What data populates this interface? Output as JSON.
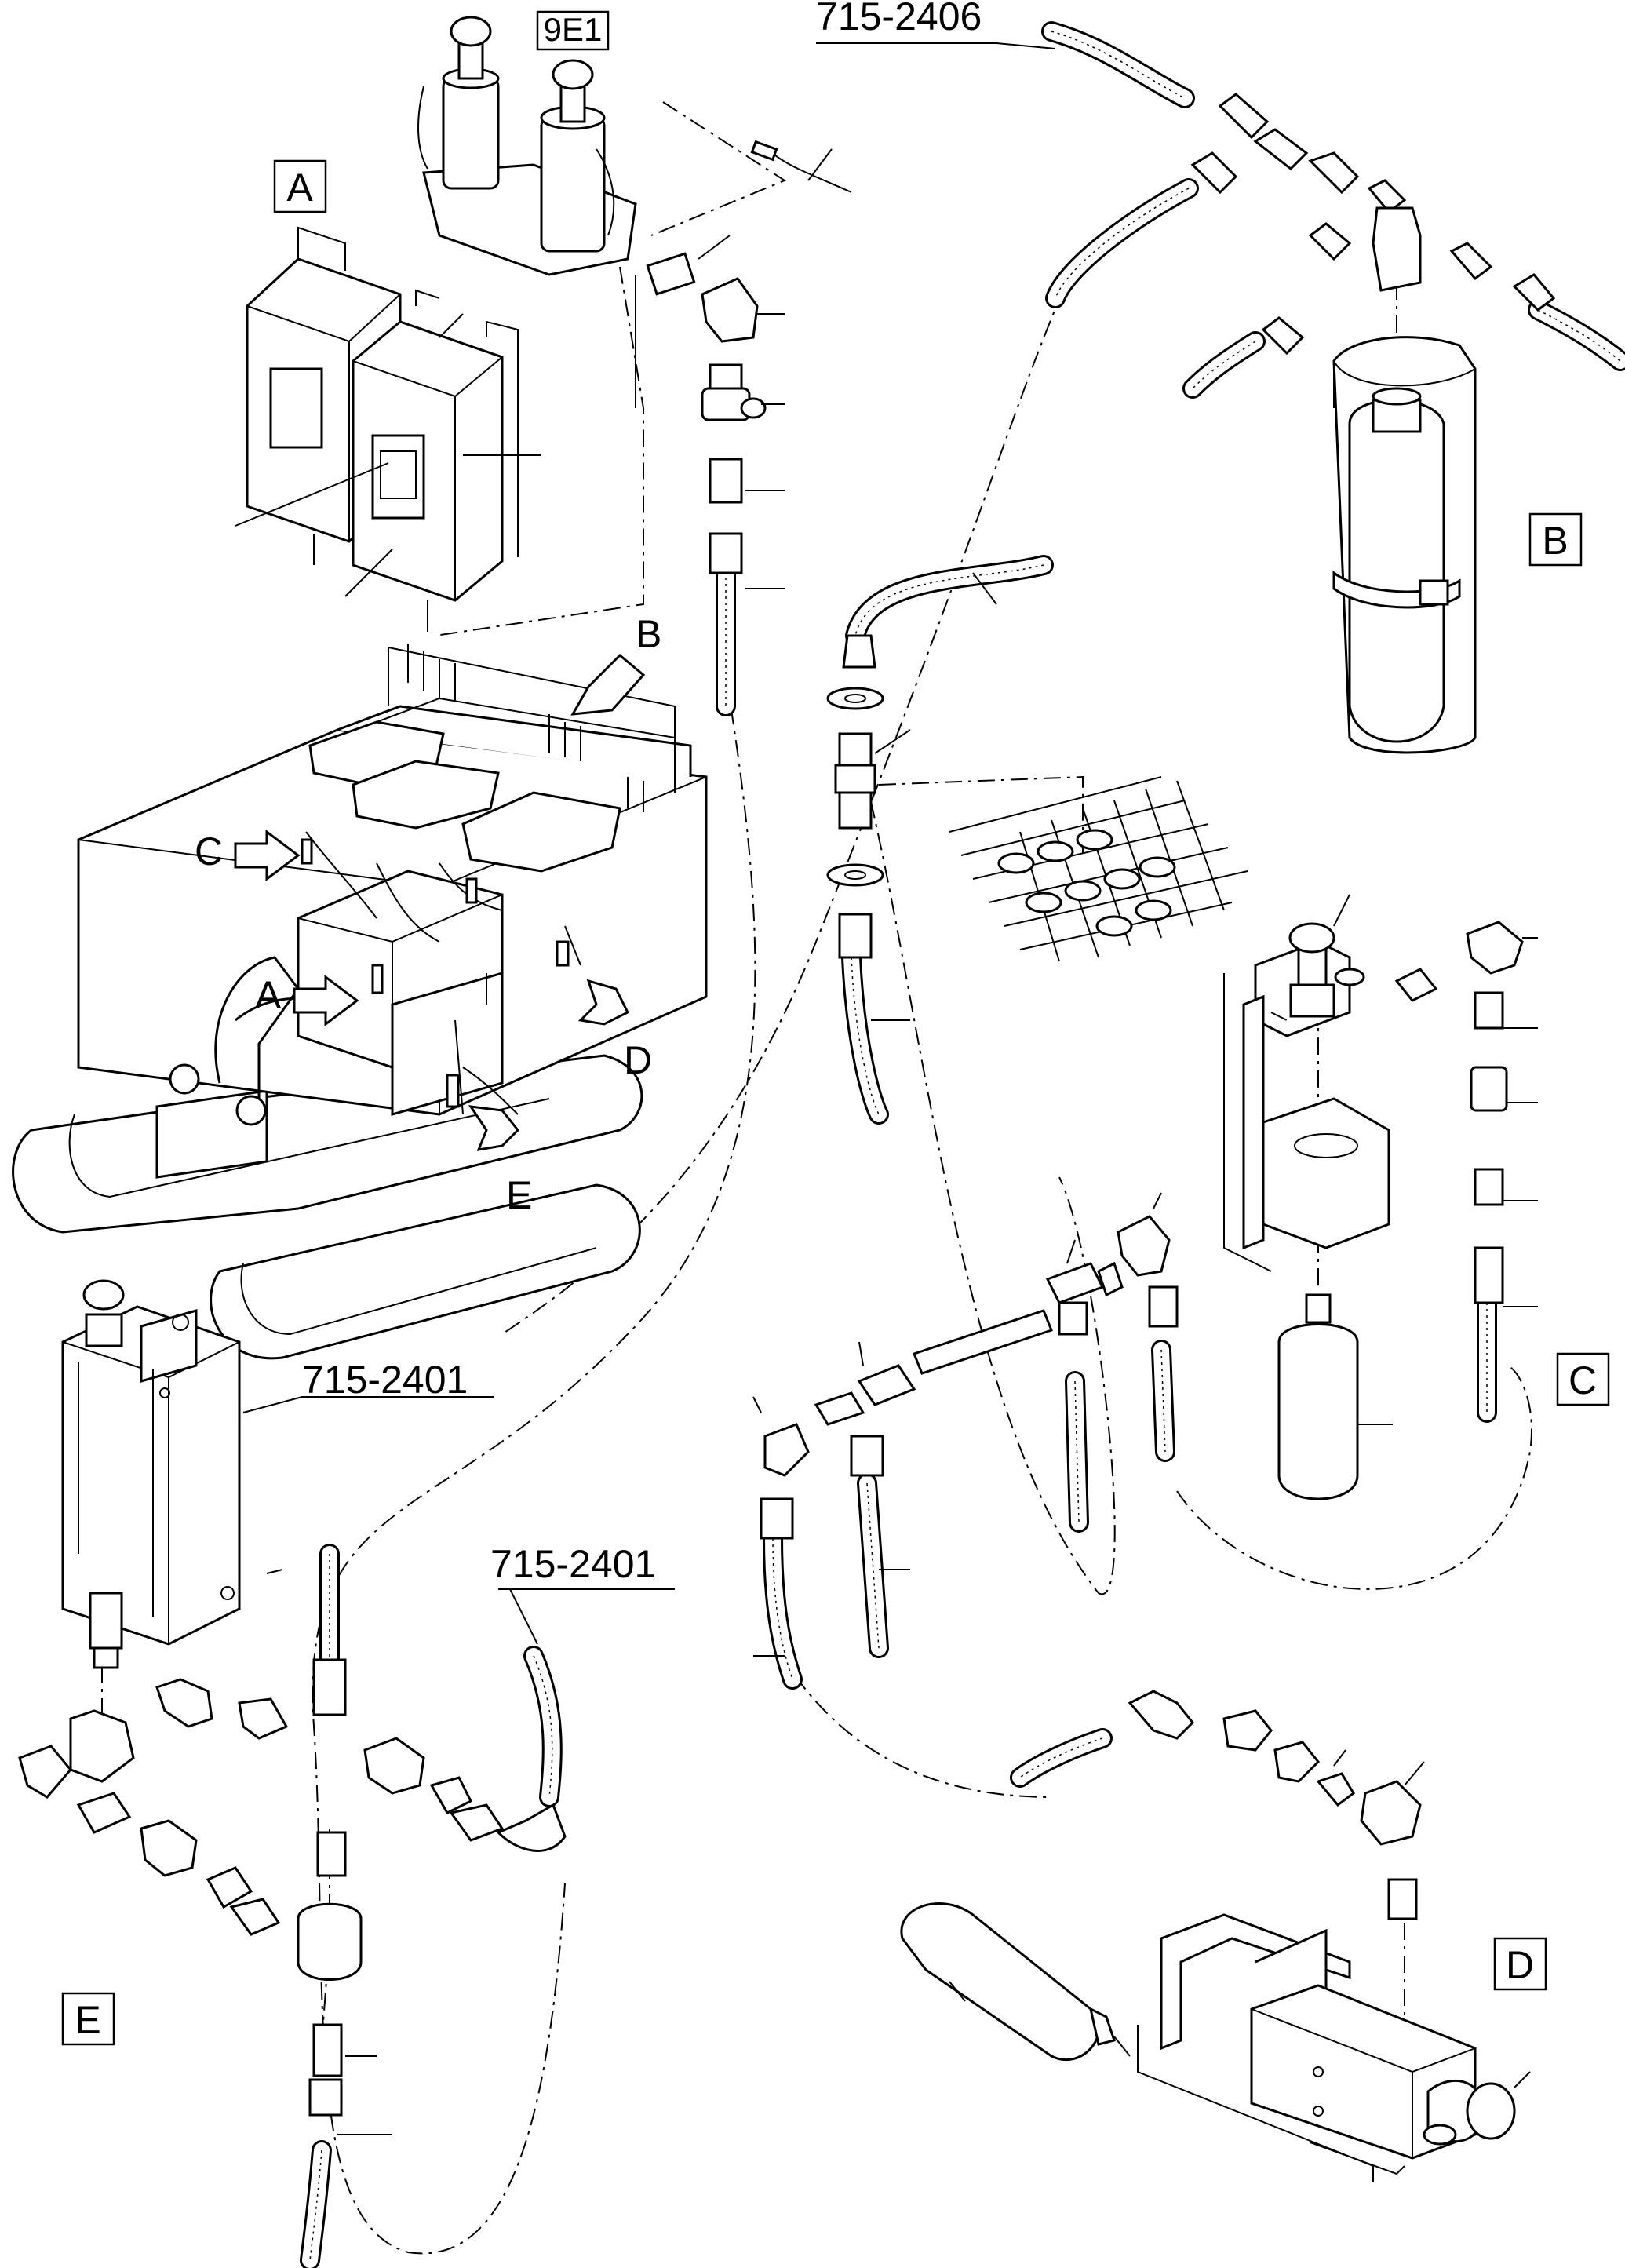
{
  "diagram": {
    "callouts": {
      "a": "A",
      "b": "B",
      "c": "C",
      "d": "D",
      "e": "E"
    },
    "pointers": {
      "a": "A",
      "b": "B",
      "c": "C",
      "d": "D",
      "e": "E"
    },
    "ref_9e1": "9E1",
    "part_numbers": {
      "top_hose": "715-2406",
      "left_box": "715-2401",
      "bottom_hose": "715-2401"
    }
  }
}
